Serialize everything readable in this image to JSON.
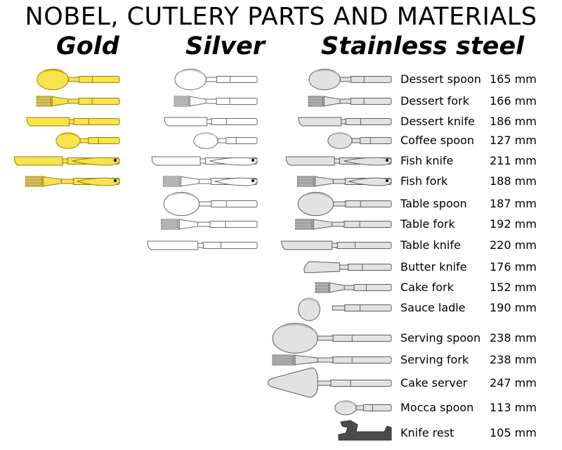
{
  "title": "NOBEL, CUTLERY PARTS AND MATERIALS",
  "colors": {
    "gold": {
      "fill": "#f7e34a",
      "stroke": "#9a7f0a",
      "shade": "#e8a800"
    },
    "silver": {
      "fill": "#ffffff",
      "stroke": "#6a6a6a",
      "shade": "#cccccc"
    },
    "steel": {
      "fill": "#e2e2e2",
      "stroke": "#5e5e5e",
      "shade": "#b8b8b8"
    },
    "knife_rest": "#4a4a4a"
  },
  "columns": [
    {
      "id": "gold",
      "header": "Gold",
      "items": [
        "spoon",
        "fork",
        "knife",
        "spoon",
        "fish-knife",
        "fish-fork"
      ]
    },
    {
      "id": "silver",
      "header": "Silver",
      "items": [
        "spoon",
        "fork",
        "knife",
        "spoon",
        "fish-knife",
        "fish-fork",
        "spoon",
        "fork",
        "knife"
      ]
    },
    {
      "id": "steel",
      "header": "Stainless steel",
      "items": [
        "spoon",
        "fork",
        "knife",
        "spoon",
        "fish-knife",
        "fish-fork",
        "spoon",
        "fork",
        "knife",
        "butter-knife",
        "fork",
        "ladle",
        "spoon",
        "fork",
        "server",
        "spoon",
        "knife-rest"
      ]
    }
  ],
  "parts": [
    {
      "name": "Dessert spoon",
      "length": "165 mm"
    },
    {
      "name": "Dessert fork",
      "length": "166 mm"
    },
    {
      "name": "Dessert knife",
      "length": "186 mm"
    },
    {
      "name": "Coffee spoon",
      "length": "127 mm"
    },
    {
      "name": "Fish knife",
      "length": "211 mm"
    },
    {
      "name": "Fish fork",
      "length": "188 mm"
    },
    {
      "name": "Table spoon",
      "length": "187 mm"
    },
    {
      "name": "Table fork",
      "length": "192 mm"
    },
    {
      "name": "Table knife",
      "length": "220 mm"
    },
    {
      "name": "Butter knife",
      "length": "176 mm"
    },
    {
      "name": "Cake fork",
      "length": "152 mm"
    },
    {
      "name": "Sauce ladle",
      "length": "190 mm"
    },
    {
      "name": "Serving spoon",
      "length": "238 mm"
    },
    {
      "name": "Serving fork",
      "length": "238 mm"
    },
    {
      "name": "Cake server",
      "length": "247 mm"
    },
    {
      "name": "Mocca spoon",
      "length": "113 mm"
    },
    {
      "name": "Knife rest",
      "length": "105 mm"
    }
  ]
}
